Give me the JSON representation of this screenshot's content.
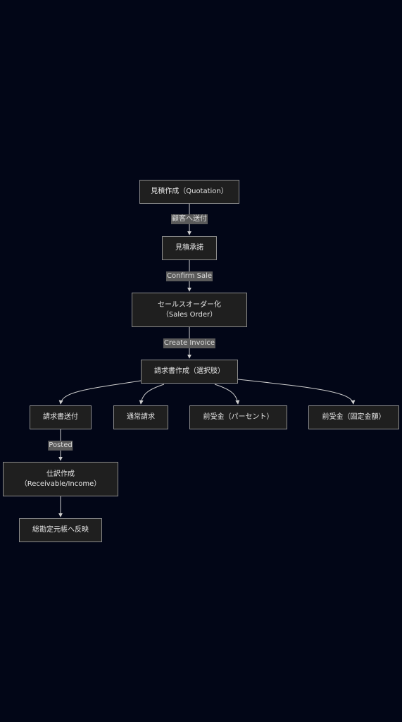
{
  "diagram": {
    "nodes": {
      "quotation": {
        "line1": "見積作成（Quotation）"
      },
      "approve": {
        "line1": "見積承諾"
      },
      "sales_order": {
        "line1": "セールスオーダー化",
        "line2": "（Sales Order）"
      },
      "invoice": {
        "line1": "請求書作成（選択肢）"
      },
      "send_invoice": {
        "line1": "請求書送付"
      },
      "regular": {
        "line1": "通常請求"
      },
      "advance_percent": {
        "line1": "前受金（パーセント）"
      },
      "advance_fixed": {
        "line1": "前受金（固定金額）"
      },
      "journal": {
        "line1": "仕訳作成",
        "line2": "（Receivable/Income）"
      },
      "ledger": {
        "line1": "総勘定元帳へ反映"
      }
    },
    "edge_labels": {
      "send_to_customer": "顧客へ送付",
      "confirm_sale": "Confirm Sale",
      "create_invoice": "Create Invoice",
      "posted": "Posted"
    },
    "colors": {
      "background": "#020617",
      "node_fill": "#1f1f1f",
      "node_border": "#8c8c8c",
      "edge": "#cfcfcf",
      "label_fill": "#5a5a5a"
    }
  }
}
